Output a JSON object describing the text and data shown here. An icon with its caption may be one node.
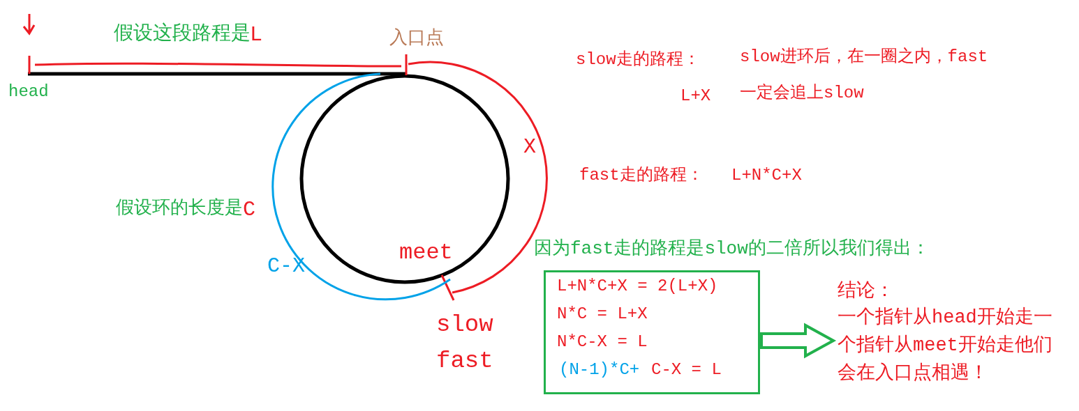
{
  "diagram": {
    "nodes": [
      {
        "text": [
          "L+N*C+X = 2(L+X)",
          "N*C = L+X",
          "N*C-X = L",
          "(N-1)*C+",
          "C-X = L"
        ]
      },
      {
        "text": [
          "结论：",
          "一个指针从head开始走一个指针从meet开始走他们会在入口点相遇！"
        ]
      }
    ],
    "edges": [
      {
        "from": 0,
        "to": 1,
        "arrow": "to"
      }
    ],
    "labels": [
      "假设这段路程是",
      "L",
      "入口点",
      "head",
      "X",
      "假设环的长度是",
      "C",
      "C-X",
      "meet",
      "slow",
      "fast",
      "slow走的路程：",
      "slow进环后，在一圈之内，fast一定会追上slow",
      "L+X",
      "fast走的路程：",
      "L+N*C+X",
      "因为fast走的路程是slow的二倍所以我们得出："
    ]
  }
}
